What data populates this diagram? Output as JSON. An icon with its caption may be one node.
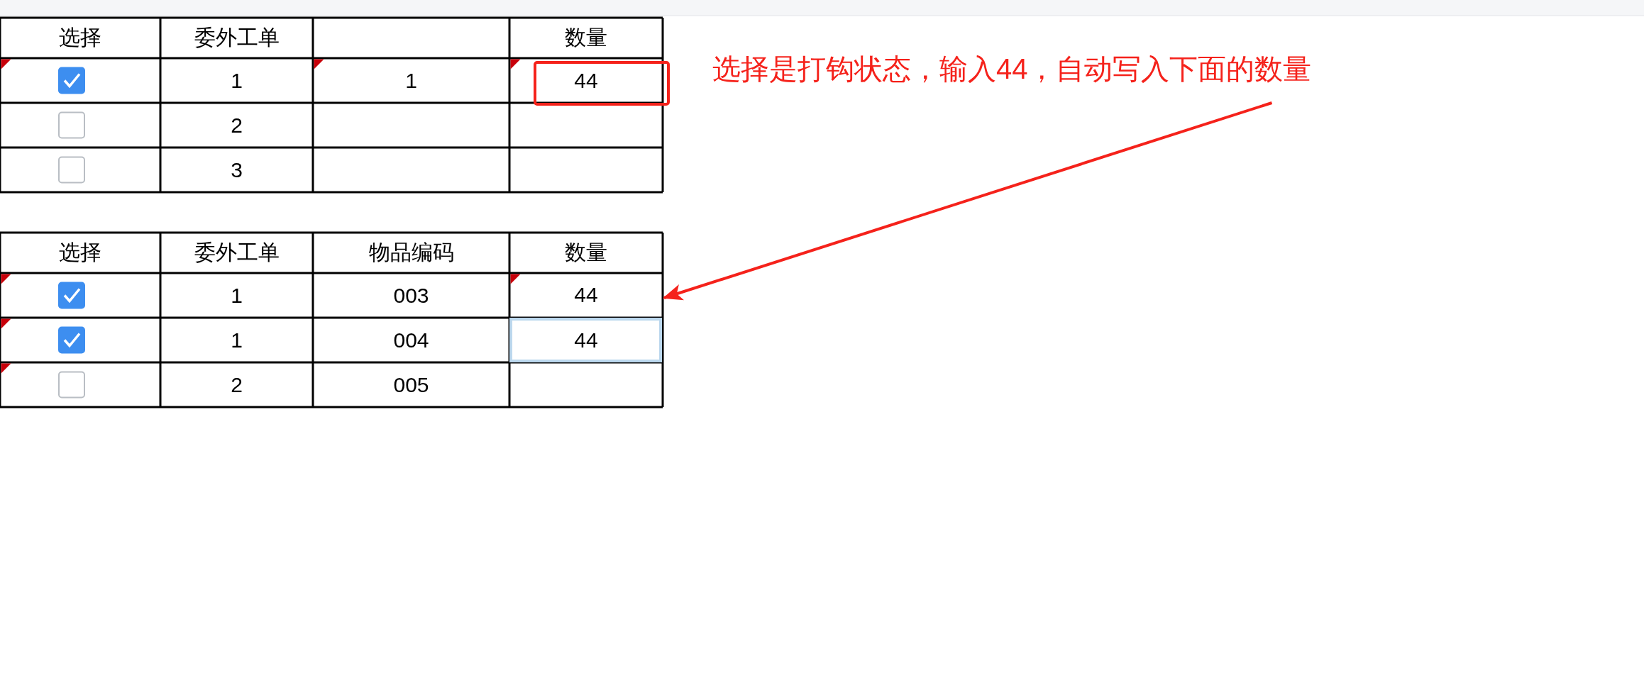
{
  "diagram": {
    "nodes": [
      {
        "text": [
          "选择是打钩状态，输入44，自动写入下面的数量"
        ]
      },
      {
        "text": [
          "44"
        ]
      }
    ],
    "edges": [
      {
        "from": 0,
        "to": 1,
        "arrow": "to"
      }
    ],
    "labels": [
      "选择",
      "委外工单",
      "数量",
      "1",
      "1",
      "44",
      "2",
      "3",
      "选择",
      "委外工单",
      "物品编码",
      "数量",
      "1",
      "003",
      "1",
      "004",
      "44",
      "2",
      "005"
    ]
  }
}
